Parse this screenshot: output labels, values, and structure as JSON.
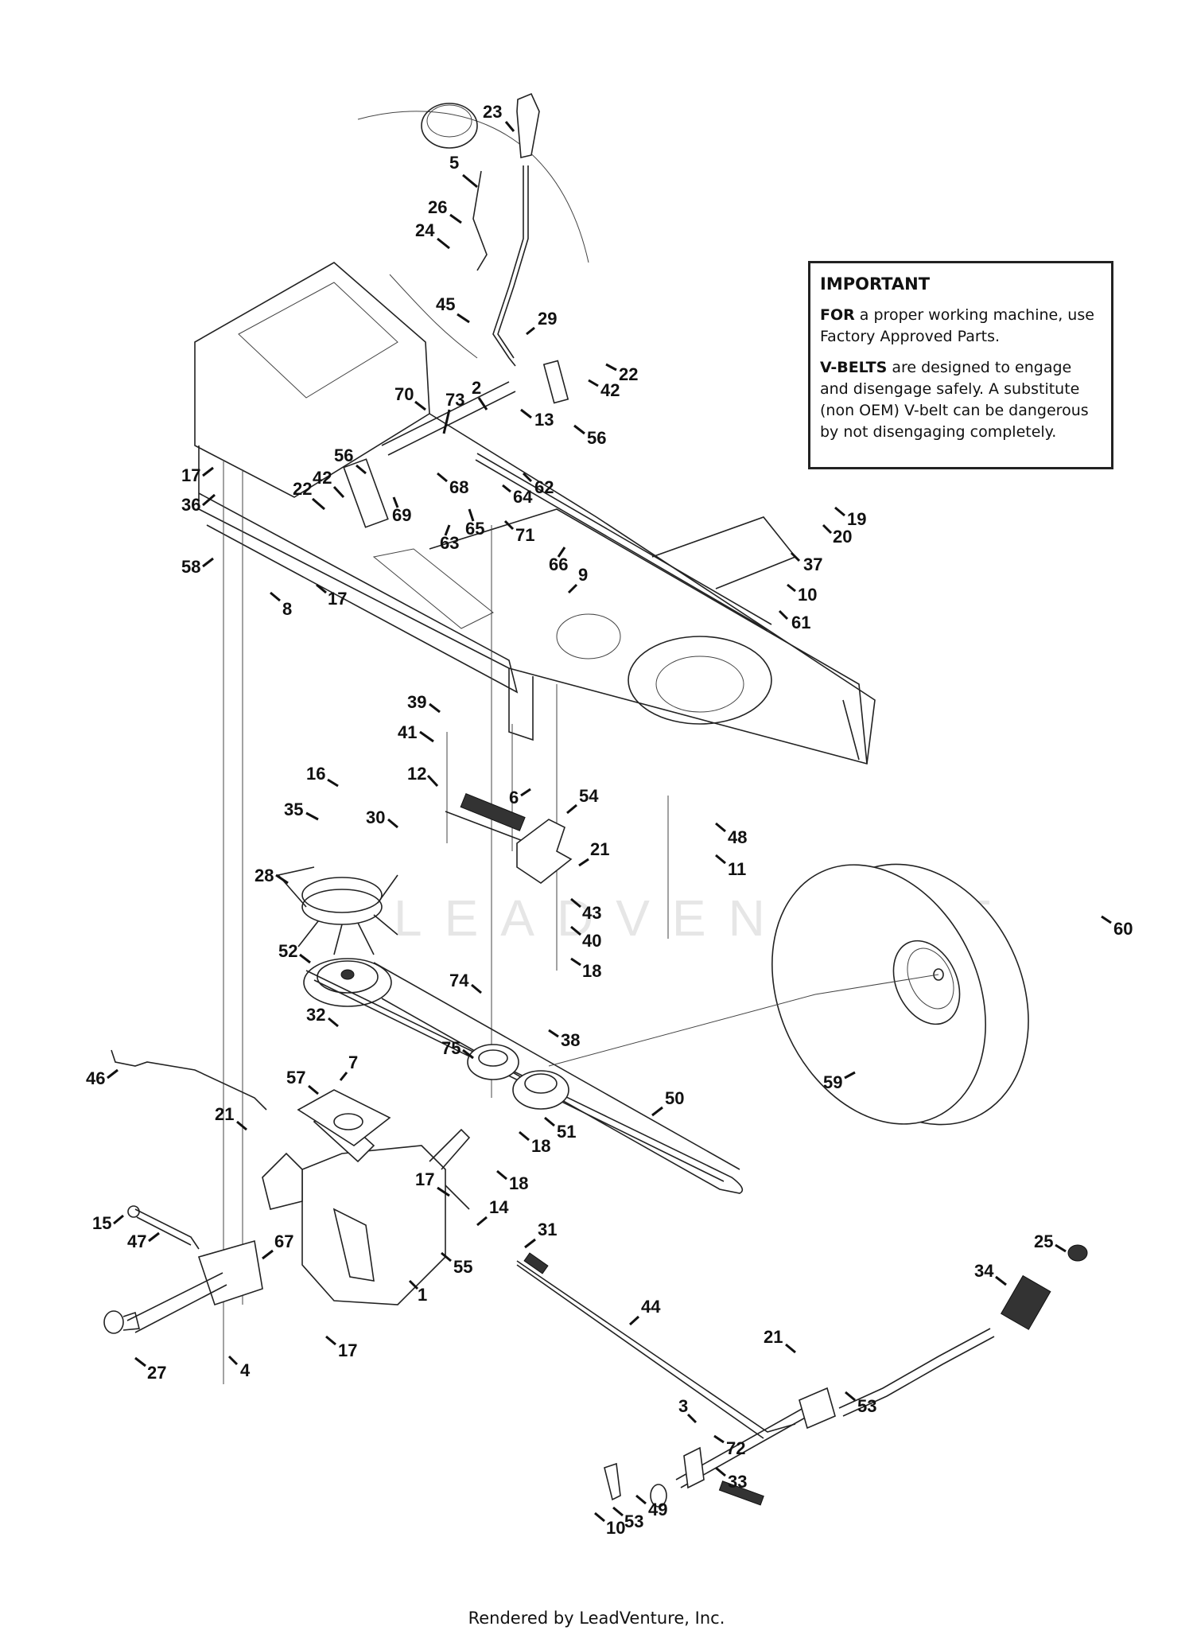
{
  "diagram": {
    "title": "Drive / Transmission and Frame Parts Diagram",
    "watermark": "LEADVENTURE",
    "footer": "Rendered by LeadVenture, Inc.",
    "important_box": {
      "heading": "IMPORTANT",
      "para1_bold": "FOR",
      "para1_text": " a proper working machine, use Factory Approved Parts.",
      "para2_bold": "V-BELTS",
      "para2_text": " are designed to engage and disengage safely. A substitute (non OEM) V-belt can be dangerous by not disengaging completely."
    },
    "callouts": [
      {
        "id": "23",
        "label": "23"
      },
      {
        "id": "5",
        "label": "5"
      },
      {
        "id": "26",
        "label": "26"
      },
      {
        "id": "24",
        "label": "24"
      },
      {
        "id": "45",
        "label": "45"
      },
      {
        "id": "29",
        "label": "29"
      },
      {
        "id": "22a",
        "label": "22"
      },
      {
        "id": "42a",
        "label": "42"
      },
      {
        "id": "2",
        "label": "2"
      },
      {
        "id": "70",
        "label": "70"
      },
      {
        "id": "73",
        "label": "73"
      },
      {
        "id": "13",
        "label": "13"
      },
      {
        "id": "56a",
        "label": "56"
      },
      {
        "id": "56b",
        "label": "56"
      },
      {
        "id": "17a",
        "label": "17"
      },
      {
        "id": "42b",
        "label": "42"
      },
      {
        "id": "22b",
        "label": "22"
      },
      {
        "id": "36",
        "label": "36"
      },
      {
        "id": "68",
        "label": "68"
      },
      {
        "id": "62",
        "label": "62"
      },
      {
        "id": "64",
        "label": "64"
      },
      {
        "id": "69",
        "label": "69"
      },
      {
        "id": "63",
        "label": "63"
      },
      {
        "id": "65",
        "label": "65"
      },
      {
        "id": "71",
        "label": "71"
      },
      {
        "id": "19",
        "label": "19"
      },
      {
        "id": "20",
        "label": "20"
      },
      {
        "id": "37",
        "label": "37"
      },
      {
        "id": "58",
        "label": "58"
      },
      {
        "id": "66",
        "label": "66"
      },
      {
        "id": "9",
        "label": "9"
      },
      {
        "id": "10a",
        "label": "10"
      },
      {
        "id": "8",
        "label": "8"
      },
      {
        "id": "17b",
        "label": "17"
      },
      {
        "id": "61",
        "label": "61"
      },
      {
        "id": "39",
        "label": "39"
      },
      {
        "id": "41",
        "label": "41"
      },
      {
        "id": "12",
        "label": "12"
      },
      {
        "id": "6",
        "label": "6"
      },
      {
        "id": "54",
        "label": "54"
      },
      {
        "id": "16",
        "label": "16"
      },
      {
        "id": "35",
        "label": "35"
      },
      {
        "id": "30",
        "label": "30"
      },
      {
        "id": "21a",
        "label": "21"
      },
      {
        "id": "48",
        "label": "48"
      },
      {
        "id": "11",
        "label": "11"
      },
      {
        "id": "28",
        "label": "28"
      },
      {
        "id": "43",
        "label": "43"
      },
      {
        "id": "40",
        "label": "40"
      },
      {
        "id": "18a",
        "label": "18"
      },
      {
        "id": "60",
        "label": "60"
      },
      {
        "id": "52",
        "label": "52"
      },
      {
        "id": "74",
        "label": "74"
      },
      {
        "id": "32",
        "label": "32"
      },
      {
        "id": "38",
        "label": "38"
      },
      {
        "id": "59",
        "label": "59"
      },
      {
        "id": "75",
        "label": "75"
      },
      {
        "id": "46",
        "label": "46"
      },
      {
        "id": "57",
        "label": "57"
      },
      {
        "id": "7",
        "label": "7"
      },
      {
        "id": "50",
        "label": "50"
      },
      {
        "id": "51",
        "label": "51"
      },
      {
        "id": "18b",
        "label": "18"
      },
      {
        "id": "21b",
        "label": "21"
      },
      {
        "id": "18c",
        "label": "18"
      },
      {
        "id": "17c",
        "label": "17"
      },
      {
        "id": "14",
        "label": "14"
      },
      {
        "id": "15",
        "label": "15"
      },
      {
        "id": "47",
        "label": "47"
      },
      {
        "id": "67",
        "label": "67"
      },
      {
        "id": "31",
        "label": "31"
      },
      {
        "id": "55",
        "label": "55"
      },
      {
        "id": "1",
        "label": "1"
      },
      {
        "id": "25",
        "label": "25"
      },
      {
        "id": "34",
        "label": "34"
      },
      {
        "id": "44",
        "label": "44"
      },
      {
        "id": "27",
        "label": "27"
      },
      {
        "id": "4",
        "label": "4"
      },
      {
        "id": "17d",
        "label": "17"
      },
      {
        "id": "21c",
        "label": "21"
      },
      {
        "id": "53a",
        "label": "53"
      },
      {
        "id": "3",
        "label": "3"
      },
      {
        "id": "72",
        "label": "72"
      },
      {
        "id": "33",
        "label": "33"
      },
      {
        "id": "49",
        "label": "49"
      },
      {
        "id": "10b",
        "label": "10"
      },
      {
        "id": "53b",
        "label": "53"
      }
    ]
  }
}
